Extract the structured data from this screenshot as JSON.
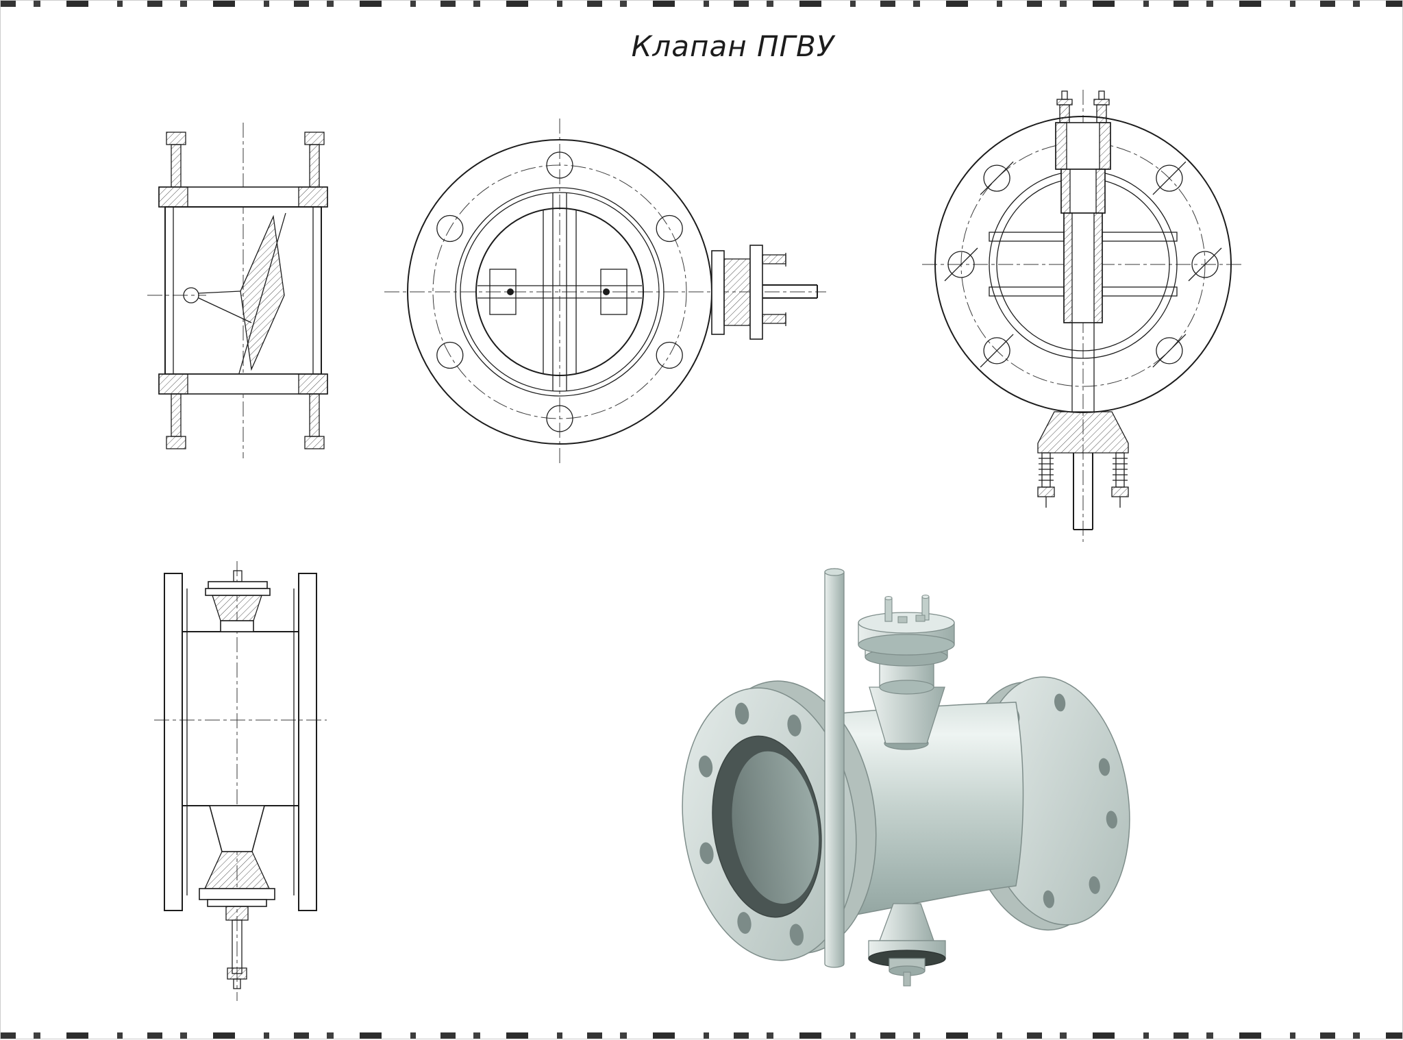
{
  "page": {
    "title": "Клапан ПГВУ",
    "background_color": "#ffffff",
    "line_color": "#1c1c1c",
    "centerline_color": "#3a3a3a",
    "model_fill_color": "#c9d6d2",
    "model_edge_color": "#7e8d8a"
  },
  "views": [
    {
      "id": "view-side-section",
      "kind": "2d-drawing"
    },
    {
      "id": "view-front",
      "kind": "2d-drawing"
    },
    {
      "id": "view-shaft-section",
      "kind": "2d-drawing"
    },
    {
      "id": "view-side-elevation",
      "kind": "2d-drawing"
    },
    {
      "id": "view-3d-model",
      "kind": "3d-render"
    }
  ]
}
